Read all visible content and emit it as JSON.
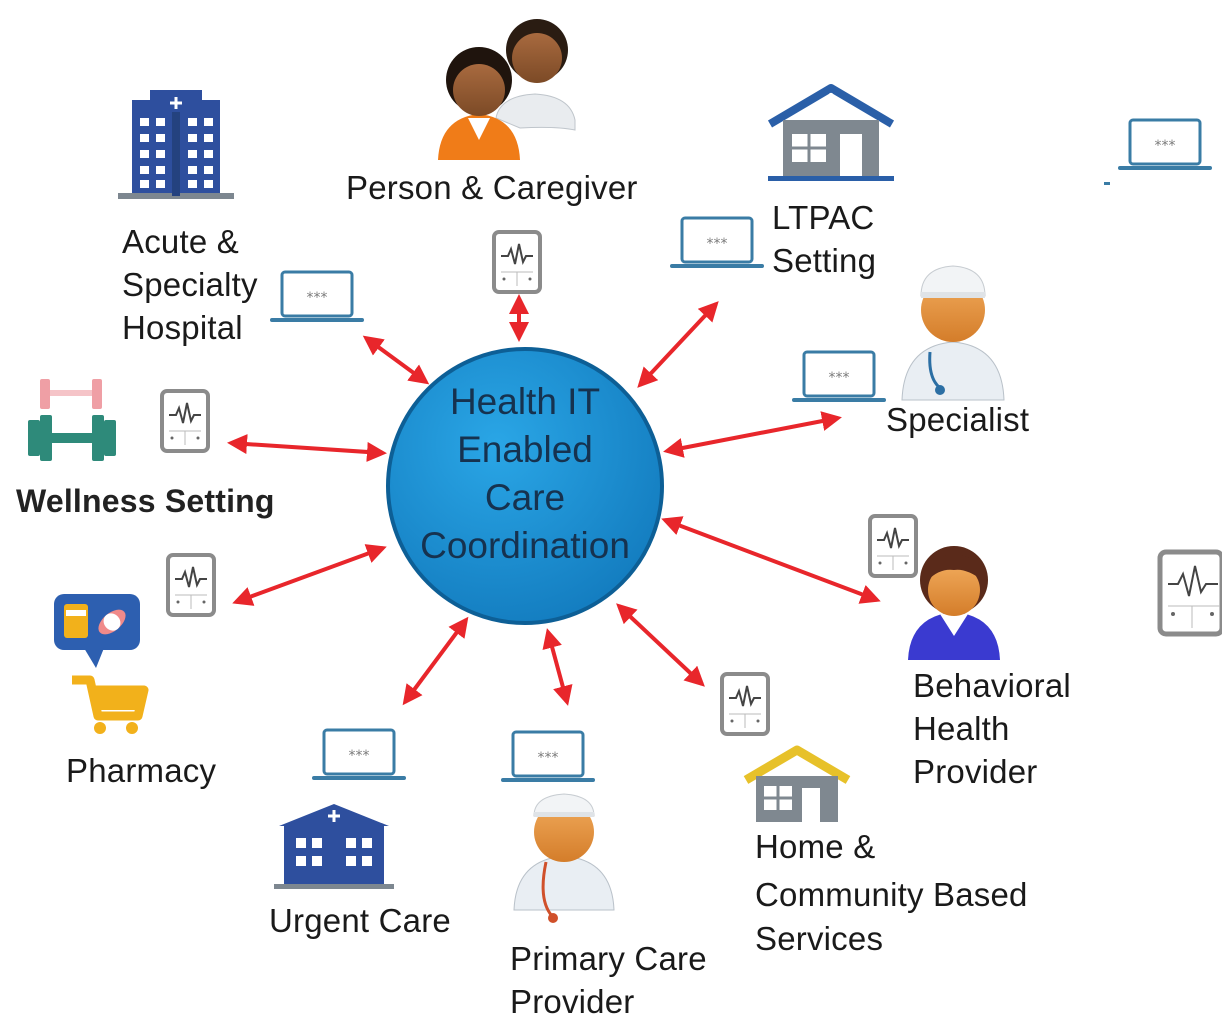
{
  "center": {
    "lines": [
      "Health  IT",
      "Enabled",
      "Care",
      "Coordination"
    ]
  },
  "labels": {
    "person_caregiver": [
      "Person & Caregiver"
    ],
    "acute_hospital": [
      "Acute &",
      "Specialty",
      "Hospital"
    ],
    "ltpac": [
      "LTPAC",
      "Setting"
    ],
    "specialist": [
      "Specialist"
    ],
    "wellness": [
      "Wellness Setting"
    ],
    "behavioral": [
      "Behavioral",
      "Health",
      "Provider"
    ],
    "pharmacy": [
      "Pharmacy"
    ],
    "urgent_care": [
      "Urgent Care"
    ],
    "primary_care": [
      "Primary Care",
      "Provider"
    ],
    "home_community": [
      "Home &",
      "Community Based",
      "Services"
    ]
  },
  "colors": {
    "hub_fill": "#1a8fd0",
    "hub_stroke": "#0d5f96",
    "arrow": "#e8262b",
    "laptop": "#3a7ca5",
    "building_blue": "#2e4f9e",
    "building_grey": "#7f8890",
    "roof_blue": "#2a5fa8",
    "roof_yellow": "#e7c12a",
    "tablet_grey": "#8b8b8b",
    "pharmacy_bubble": "#2d5fb0",
    "cart_yellow": "#f2b11b",
    "dumbbell_teal": "#2e8a7a",
    "dumbbell_pink": "#ef9fa5"
  },
  "icons": [
    "laptop-icon",
    "tablet-monitor-icon",
    "hospital-building-icon",
    "home-building-icon",
    "person-icon",
    "nurse-icon",
    "dumbbell-icon",
    "pharmacy-bubble-icon",
    "shopping-cart-icon"
  ]
}
